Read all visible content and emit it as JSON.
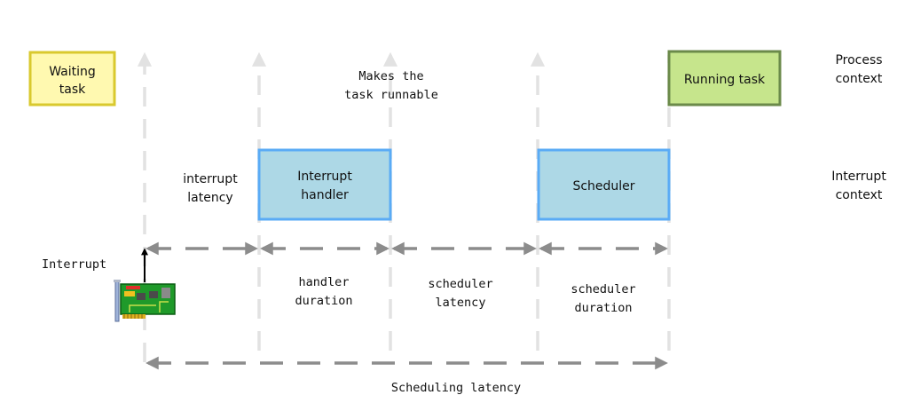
{
  "boxes": {
    "waiting_task": {
      "lines": [
        "Waiting",
        "task"
      ],
      "fill": "#fff9b0",
      "stroke": "#d9c92e"
    },
    "running_task": {
      "lines": [
        "Running task"
      ],
      "fill": "#c6e58c",
      "stroke": "#6b8a4a"
    },
    "interrupt_handler": {
      "lines": [
        "Interrupt",
        "handler"
      ],
      "fill": "#add8e6",
      "stroke": "#5aabf5"
    },
    "scheduler": {
      "lines": [
        "Scheduler"
      ],
      "fill": "#add8e6",
      "stroke": "#5aabf5"
    }
  },
  "labels": {
    "makes_runnable": [
      "Makes the",
      "task runnable"
    ],
    "process_context": [
      "Process",
      "context"
    ],
    "interrupt_context": [
      "Interrupt",
      "context"
    ],
    "interrupt_latency": [
      "interrupt",
      "latency"
    ],
    "interrupt": [
      "Interrupt"
    ],
    "handler_duration": [
      "handler",
      "duration"
    ],
    "scheduler_latency": [
      "scheduler",
      "latency"
    ],
    "scheduler_duration": [
      "scheduler",
      "duration"
    ],
    "scheduling_latency": [
      "Scheduling latency"
    ]
  },
  "icons": {
    "network_card": "network-card-icon"
  },
  "colors": {
    "guide_line": "#e2e2e2",
    "dashed_arrow": "#8c8c8c",
    "interrupt_arrow": "#000000"
  }
}
